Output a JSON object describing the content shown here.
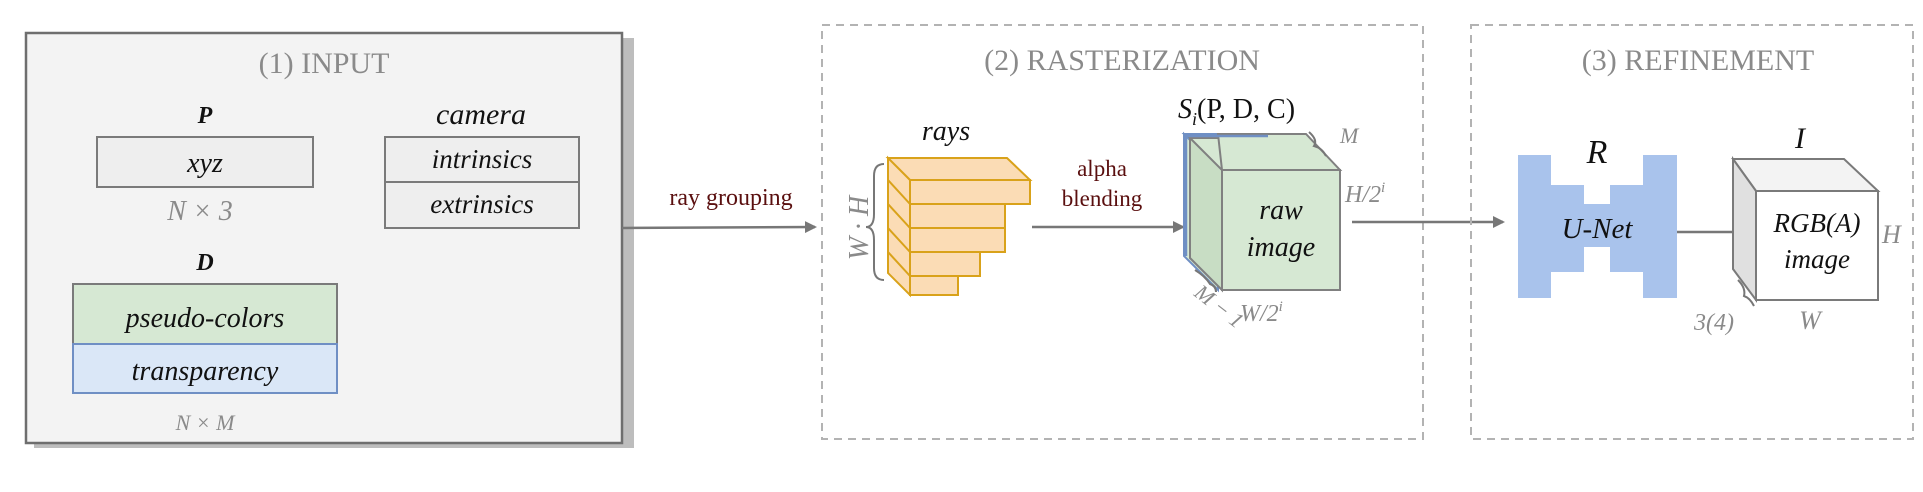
{
  "panels": {
    "input": {
      "title": "(1)   INPUT",
      "p_label": "P",
      "xyz": "xyz",
      "n3": "N × 3",
      "camera_label": "camera",
      "intrinsics": "intrinsics",
      "extrinsics": "extrinsics",
      "d_label": "D",
      "pseudo_colors": "pseudo-colors",
      "transparency": "transparency",
      "nm": "N × M"
    },
    "rasterization": {
      "title": "(2)  RASTERIZATION",
      "rays_label": "rays",
      "wh": "W · H",
      "alpha": "alpha",
      "blending": "blending",
      "si_main": "S",
      "si_sub": "i",
      "si_args": "(P, D, C)",
      "m_label": "M",
      "raw": "raw",
      "image": "image",
      "h2": "H/2",
      "h2_sup": "i",
      "w2": "W/2",
      "w2_sup": "i",
      "m_minus": "M − 1"
    },
    "refinement": {
      "title": "(3)   REFINEMENT",
      "r_label": "R",
      "unet": "U-Net",
      "i_label": "I",
      "rgba": "RGB(A)",
      "image": "image",
      "h": "H",
      "w": "W",
      "depth": "3(4)"
    }
  },
  "arrows": {
    "ray_grouping": "ray grouping"
  },
  "colors": {
    "panel_bg": "#f3f3f3",
    "box_bg": "#eeeeee",
    "green": "#d6e8d3",
    "blue_light": "#dae7f7",
    "orange": "#fbdcb5",
    "orange_stroke": "#d9a21a",
    "unet_blue": "#a9c3ec",
    "dashed_border": "#b3b3b3"
  }
}
